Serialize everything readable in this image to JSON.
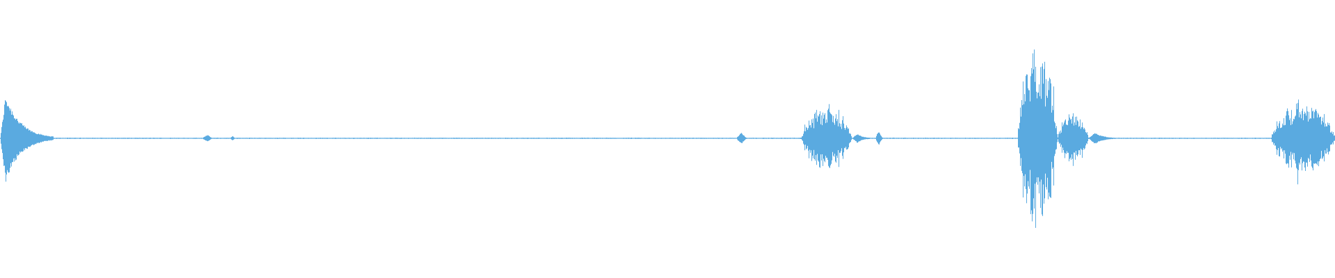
{
  "waveform": {
    "color": "#5aaae0",
    "background": "#ffffff",
    "baseline_amplitude": 0.004,
    "bursts": [
      {
        "start": 0.0,
        "peak": 0.004,
        "end": 0.04,
        "amplitude": 0.38,
        "shape": "decay"
      },
      {
        "start": 0.152,
        "peak": 0.155,
        "end": 0.16,
        "amplitude": 0.03,
        "shape": "spike"
      },
      {
        "start": 0.172,
        "peak": 0.174,
        "end": 0.176,
        "amplitude": 0.02,
        "shape": "spike"
      },
      {
        "start": 0.552,
        "peak": 0.555,
        "end": 0.56,
        "amplitude": 0.05,
        "shape": "spike"
      },
      {
        "start": 0.6,
        "peak": 0.612,
        "end": 0.638,
        "amplitude": 0.3,
        "shape": "burst"
      },
      {
        "start": 0.638,
        "peak": 0.642,
        "end": 0.656,
        "amplitude": 0.04,
        "shape": "decay"
      },
      {
        "start": 0.656,
        "peak": 0.658,
        "end": 0.662,
        "amplitude": 0.06,
        "shape": "spike"
      },
      {
        "start": 0.762,
        "peak": 0.78,
        "end": 0.792,
        "amplitude": 0.82,
        "shape": "burst"
      },
      {
        "start": 0.792,
        "peak": 0.806,
        "end": 0.815,
        "amplitude": 0.24,
        "shape": "burst"
      },
      {
        "start": 0.815,
        "peak": 0.82,
        "end": 0.84,
        "amplitude": 0.05,
        "shape": "decay"
      },
      {
        "start": 0.952,
        "peak": 0.975,
        "end": 1.0,
        "amplitude": 0.34,
        "shape": "burst"
      }
    ]
  }
}
